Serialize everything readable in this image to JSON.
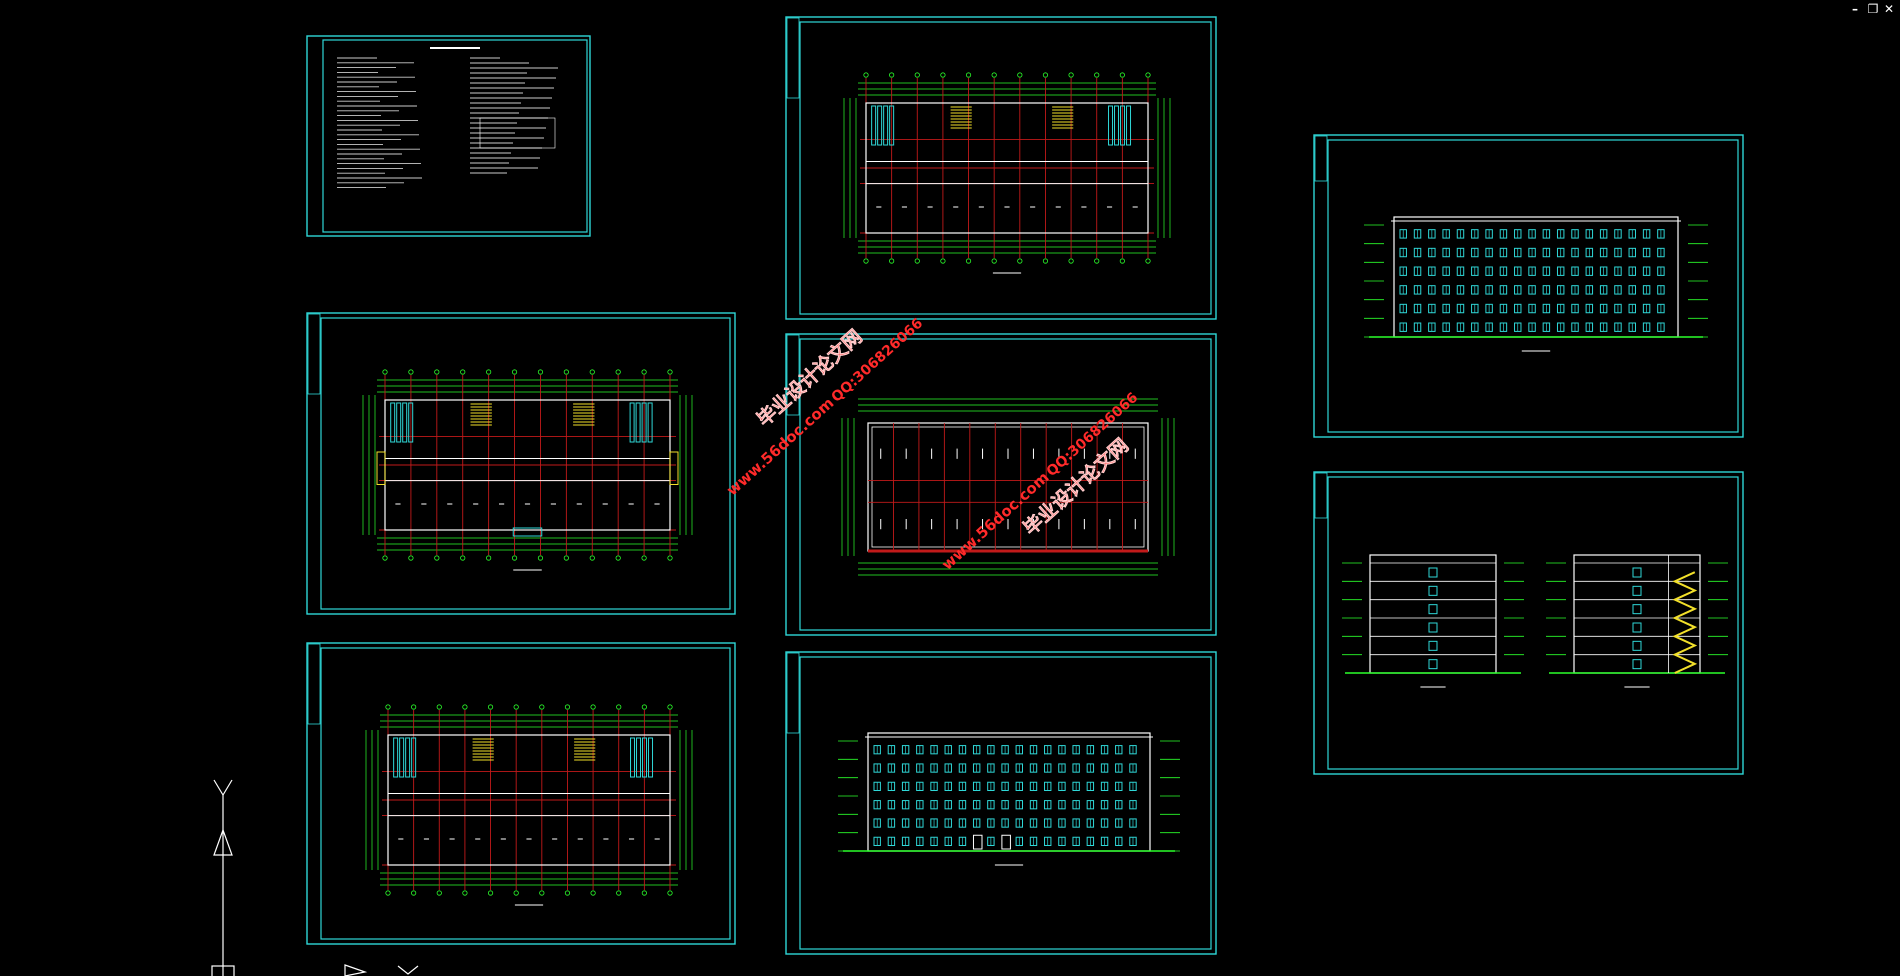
{
  "window": {
    "minimize_icon": "window-minimize-icon",
    "restore_icon": "window-restore-icon",
    "close_icon": "window-close-icon"
  },
  "colors": {
    "background": "#000000",
    "frame": "#2fd7d7",
    "dimension": "#2bff2b",
    "grid": "#c21a1a",
    "stair": "#f2e02a",
    "watermark": "#ff2a2a"
  },
  "ucs": {
    "y_label": "Y",
    "x_label": "X"
  },
  "watermarks": [
    {
      "line1": "毕业设计论文网",
      "line2": "www.56doc.com",
      "line3": "QQ:306826066"
    },
    {
      "line1": "毕业设计论文网",
      "line2": "www.56doc.com",
      "line3": "QQ:306826066"
    }
  ]
}
